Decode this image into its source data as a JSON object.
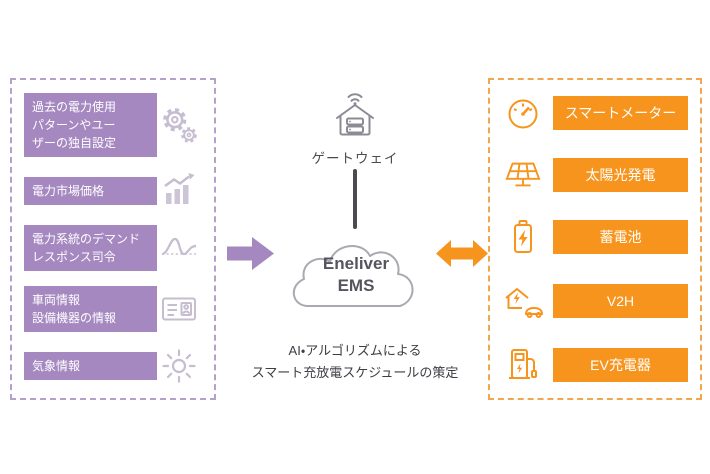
{
  "colors": {
    "accent_purple": "#a588c0",
    "purple_border": "#b5a0cc",
    "accent_orange": "#f7941d",
    "orange_border": "#f2a74e",
    "left_icon_gray": "#c6bdd1",
    "gateway_gray": "#8b8b96",
    "cloud_outline": "#a9a9b0"
  },
  "left_panel": {
    "items": [
      {
        "label": "過去の電力使用\nパターンやユー\nザーの独自設定",
        "icon": "gear-icon"
      },
      {
        "label": "電力市場価格",
        "icon": "market-price-chart-icon"
      },
      {
        "label": "電力系統のデマンド\nレスポンス司令",
        "icon": "demand-response-wave-icon"
      },
      {
        "label": "車両情報\n設備機器の情報",
        "icon": "id-card-icon"
      },
      {
        "label": "気象情報",
        "icon": "sun-icon"
      }
    ]
  },
  "center": {
    "gateway_label": "ゲートウェイ",
    "cloud_line1": "Eneliver",
    "cloud_line2": "EMS",
    "caption": "AI・アルゴリズムによる\nスマート充放電スケジュールの策定",
    "arrows": [
      {
        "name": "inputs-to-ems-arrow",
        "direction": "right",
        "color": "#a588c0"
      },
      {
        "name": "ems-devices-arrow",
        "direction": "both",
        "color": "#f7941d"
      }
    ]
  },
  "right_panel": {
    "items": [
      {
        "label": "スマートメーター",
        "icon": "smart-meter-icon"
      },
      {
        "label": "太陽光発電",
        "icon": "solar-panel-icon"
      },
      {
        "label": "蓄電池",
        "icon": "battery-icon"
      },
      {
        "label": "V2H",
        "icon": "v2h-house-icon"
      },
      {
        "label": "EV充電器",
        "icon": "ev-charger-icon"
      }
    ]
  }
}
